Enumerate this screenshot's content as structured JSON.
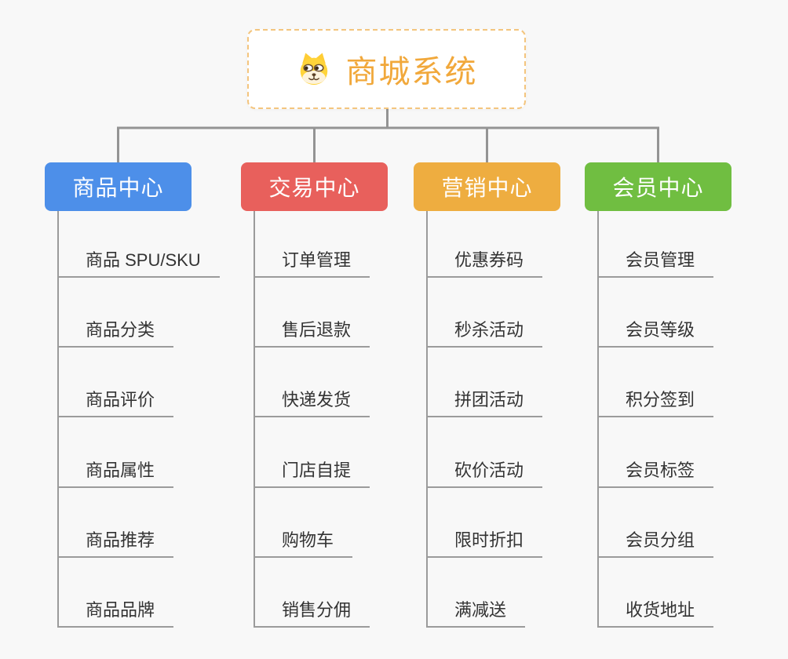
{
  "root": {
    "title": "商城系统",
    "icon": "shiba-dog-icon"
  },
  "branches": [
    {
      "label": "商品中心",
      "color": "#4D8FE9",
      "items": [
        "商品 SPU/SKU",
        "商品分类",
        "商品评价",
        "商品属性",
        "商品推荐",
        "商品品牌"
      ]
    },
    {
      "label": "交易中心",
      "color": "#E8605C",
      "items": [
        "订单管理",
        "售后退款",
        "快递发货",
        "门店自提",
        "购物车",
        "销售分佣"
      ]
    },
    {
      "label": "营销中心",
      "color": "#EEAD40",
      "items": [
        "优惠券码",
        "秒杀活动",
        "拼团活动",
        "砍价活动",
        "限时折扣",
        "满减送"
      ]
    },
    {
      "label": "会员中心",
      "color": "#70BE41",
      "items": [
        "会员管理",
        "会员等级",
        "积分签到",
        "会员标签",
        "会员分组",
        "收货地址"
      ]
    }
  ],
  "colors": {
    "background": "#F8F8F8",
    "connector": "#949494",
    "underline": "#9B9B9B",
    "item_text": "#333333",
    "root_title": "#F1A83B",
    "root_border": "#F4C57E",
    "branch_text": "#FFFFFF"
  }
}
